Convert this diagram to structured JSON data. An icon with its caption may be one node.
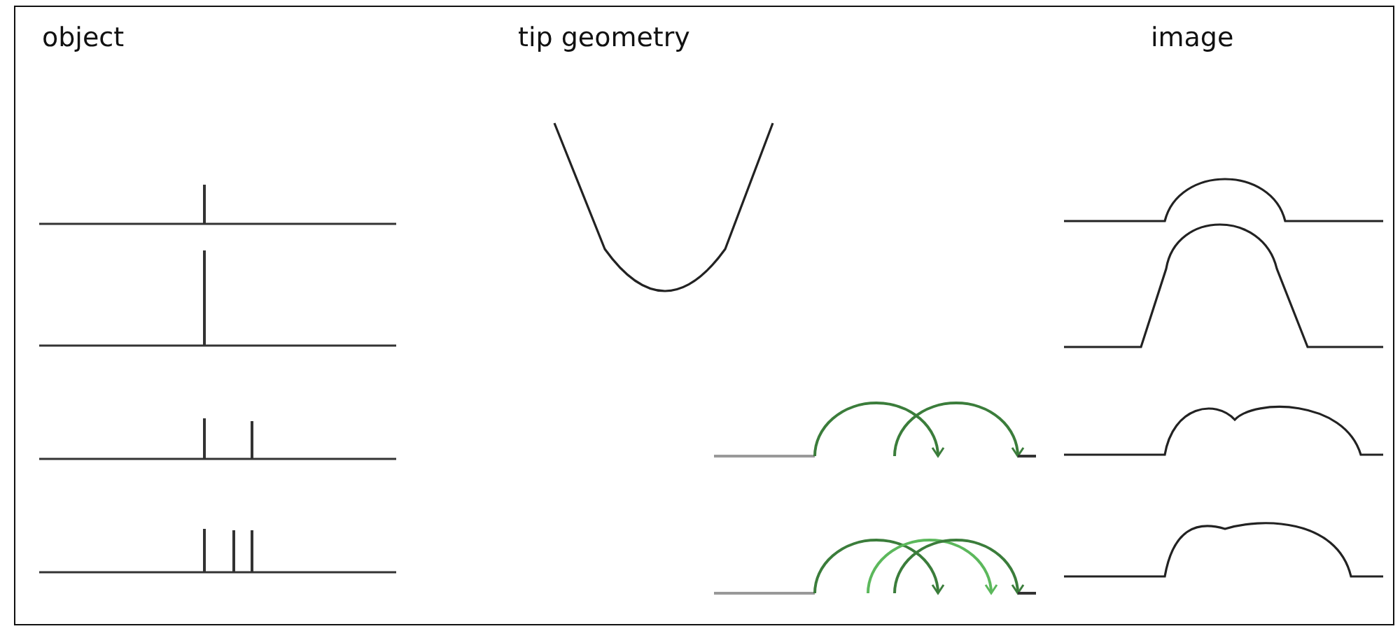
{
  "diagram": {
    "labels": [
      "object",
      "tip geometry",
      "image"
    ]
  }
}
